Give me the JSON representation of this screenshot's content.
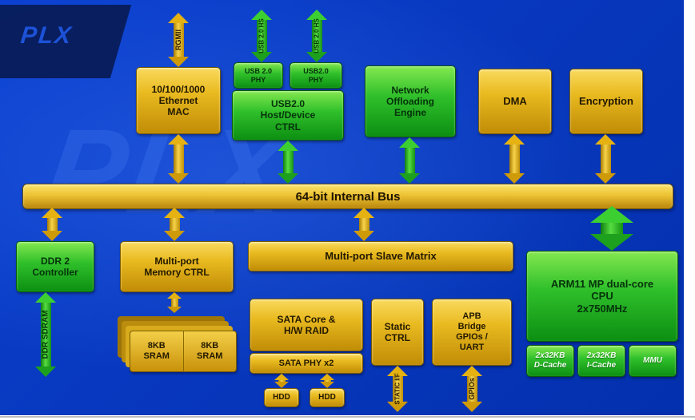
{
  "watermark": {
    "logo": "PLX"
  },
  "bus": {
    "label": "64-bit Internal Bus"
  },
  "top": {
    "ethernet_mac": "10/100/1000\nEthernet\nMAC",
    "usb_phy_1": "USB 2.0\nPHY",
    "usb_phy_2": "USB2.0\nPHY",
    "usb_ctrl": "USB2.0\nHost/Device\nCTRL",
    "network_offloading": "Network\nOffloading\nEngine",
    "dma": "DMA",
    "encryption": "Encryption"
  },
  "memory": {
    "ddr2_controller": "DDR 2\nController",
    "mem_ctrl": "Multi-port\nMemory CTRL",
    "sram1": "8KB\nSRAM",
    "sram2": "8KB\nSRAM"
  },
  "south": {
    "slave_matrix": "Multi-port Slave Matrix",
    "sata_core": "SATA Core &\nH/W RAID",
    "sata_phy": "SATA PHY x2",
    "hdd1": "HDD",
    "hdd2": "HDD",
    "static_ctrl": "Static\nCTRL",
    "apb_bridge": "APB\nBridge\nGPIOs /\nUART"
  },
  "cpu": {
    "arm11": "ARM11 MP dual-core\nCPU\n2x750MHz",
    "dcache": "2x32KB\nD-Cache",
    "icache": "2x32KB\nI-Cache",
    "mmu": "MMU"
  },
  "arrows": {
    "rgmii": "RGMII",
    "usb_hs_1": "USB 2.0 HS",
    "usb_hs_2": "USB 2.0 HS",
    "ddr_sdram": "DDR SDRAM",
    "static_if": "STATIC I/F",
    "gpios": "GPIOs"
  },
  "colors": {
    "gold": "#e2af10",
    "green": "#2cc12c",
    "background_blue": "#0a3ec9"
  }
}
